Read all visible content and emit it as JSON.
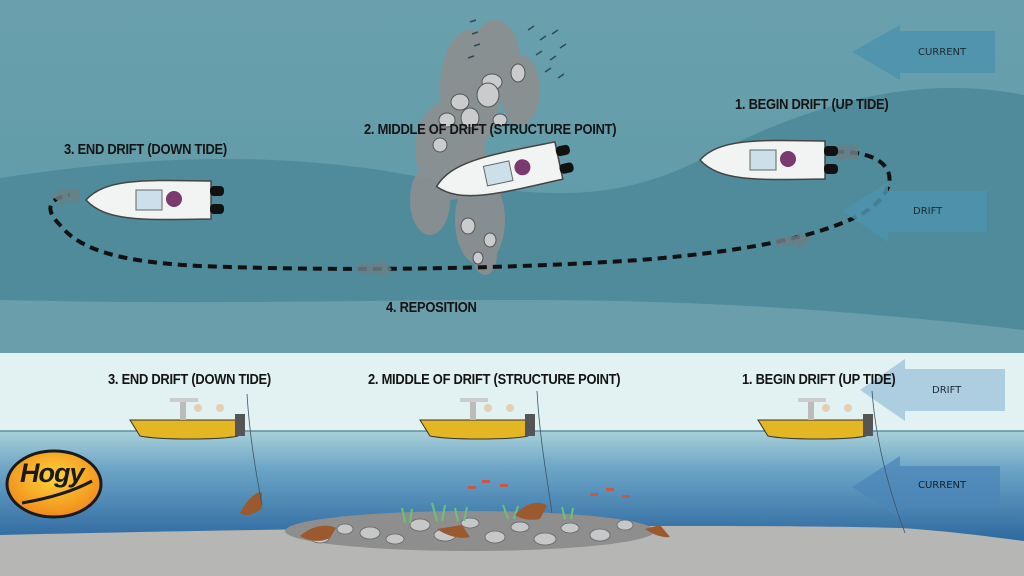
{
  "brand": {
    "logo_text": "Hogy"
  },
  "colors": {
    "top_water_light": "#6a9eab",
    "top_water_dark": "#4e8a9a",
    "arrow_blue": "#4d92ad",
    "sky": "#e2f1f2",
    "water_surface": "#a9d0d8",
    "water_deep": "#2f6ea3",
    "seabed": "#b6b6b4",
    "boat_hull_side": "#e4b623",
    "logo_orange": "#f6a21d",
    "path_dash": "#111111"
  },
  "top_view": {
    "arrows": [
      {
        "id": "current",
        "label": "CURRENT",
        "icon": "arrow-left-icon"
      },
      {
        "id": "drift",
        "label": "DRIFT",
        "icon": "arrow-left-icon"
      }
    ],
    "steps": [
      {
        "id": "begin",
        "label": "1. BEGIN DRIFT (UP TIDE)"
      },
      {
        "id": "middle",
        "label": "2. MIDDLE OF DRIFT (STRUCTURE POINT)"
      },
      {
        "id": "end",
        "label": "3. END DRIFT (DOWN TIDE)"
      },
      {
        "id": "reposition",
        "label": "4. REPOSITION"
      }
    ]
  },
  "side_view": {
    "arrows": [
      {
        "id": "drift",
        "label": "DRIFT",
        "icon": "arrow-left-icon"
      },
      {
        "id": "current",
        "label": "CURRENT",
        "icon": "arrow-left-icon"
      }
    ],
    "steps": [
      {
        "id": "end",
        "label": "3. END DRIFT (DOWN TIDE)"
      },
      {
        "id": "middle",
        "label": "2. MIDDLE OF DRIFT (STRUCTURE POINT)"
      },
      {
        "id": "begin",
        "label": "1. BEGIN DRIFT (UP TIDE)"
      }
    ]
  }
}
